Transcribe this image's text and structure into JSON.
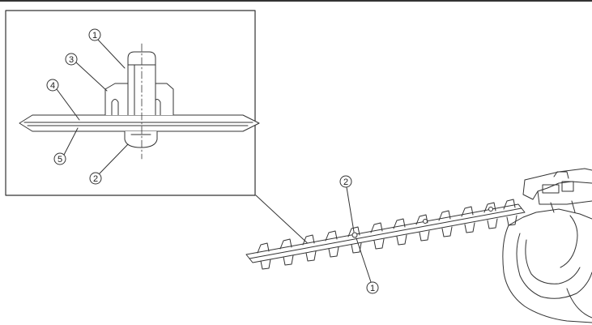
{
  "figure": {
    "callouts": {
      "detail_1": "1",
      "detail_2": "2",
      "detail_3": "3",
      "detail_4": "4",
      "detail_5": "5",
      "main_2": "2",
      "main_1": "1"
    },
    "colors": {
      "line": "#333333",
      "background": "#ffffff"
    }
  }
}
